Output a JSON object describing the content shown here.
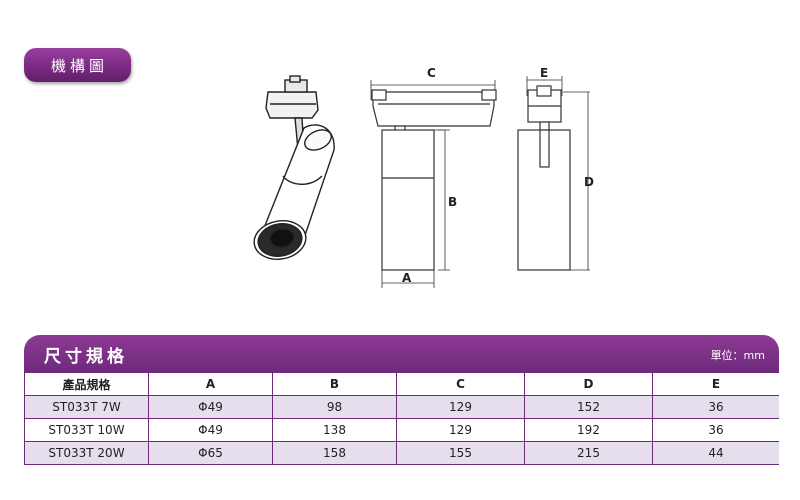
{
  "header": {
    "title": "機構圖"
  },
  "drawing": {
    "labels": {
      "a": "A",
      "b": "B",
      "c": "C",
      "d": "D",
      "e": "E"
    }
  },
  "spec": {
    "title": "尺寸規格",
    "unit": "單位：mm",
    "columns": [
      "產品規格",
      "A",
      "B",
      "C",
      "D",
      "E"
    ],
    "rows": [
      [
        "ST033T  7W",
        "Φ49",
        "98",
        "129",
        "152",
        "36"
      ],
      [
        "ST033T  10W",
        "Φ49",
        "138",
        "129",
        "192",
        "36"
      ],
      [
        "ST033T  20W",
        "Φ65",
        "158",
        "155",
        "215",
        "44"
      ]
    ]
  },
  "colors": {
    "accent": "#7a2a83",
    "row_alt": "#e7deed"
  }
}
